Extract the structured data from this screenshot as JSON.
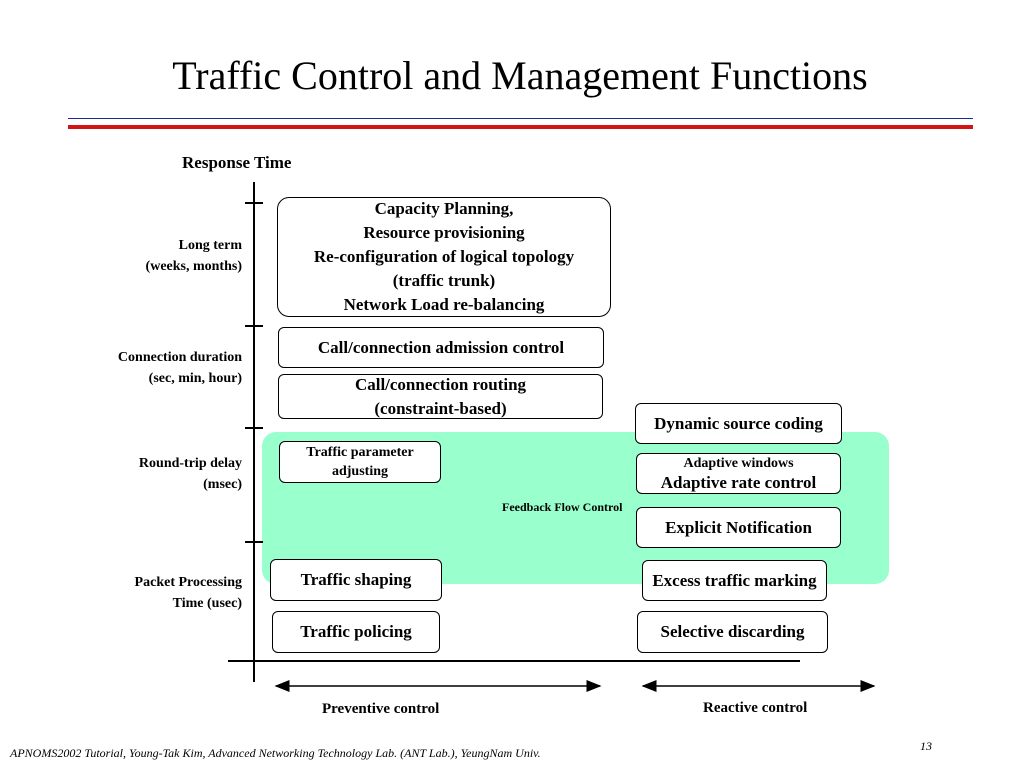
{
  "slide": {
    "title": "Traffic Control and Management Functions",
    "footer": "APNOMS2002 Tutorial,   Young-Tak Kim,  Advanced Networking Technology Lab. (ANT Lab.),  YeungNam Univ.",
    "page_number": "13"
  },
  "diagram": {
    "axis_title": "Response Time",
    "timescales": [
      {
        "line1": "Long term",
        "line2": "(weeks, months)"
      },
      {
        "line1": "Connection duration",
        "line2": "(sec, min, hour)"
      },
      {
        "line1": "Round-trip delay",
        "line2": "(msec)"
      },
      {
        "line1": "Packet Processing",
        "line2": "Time (usec)"
      }
    ],
    "boxes": {
      "capacity_planning": [
        "Capacity Planning,",
        "Resource provisioning",
        "Re-configuration of logical topology",
        "(traffic trunk)",
        "Network Load re-balancing"
      ],
      "admission_control": "Call/connection admission control",
      "routing": [
        "Call/connection routing",
        "(constraint-based)"
      ],
      "traffic_parameter": [
        "Traffic parameter",
        "adjusting"
      ],
      "traffic_shaping": "Traffic shaping",
      "traffic_policing": "Traffic policing",
      "dynamic_source_coding": "Dynamic source coding",
      "adaptive": [
        "Adaptive windows",
        "Adaptive rate control"
      ],
      "explicit_notification": "Explicit Notification",
      "excess_traffic_marking": "Excess traffic marking",
      "selective_discarding": "Selective discarding"
    },
    "feedback_region": {
      "label": "Feedback Flow Control",
      "color": "#99ffcc"
    },
    "directions": {
      "preventive": "Preventive control",
      "reactive": "Reactive control"
    }
  }
}
